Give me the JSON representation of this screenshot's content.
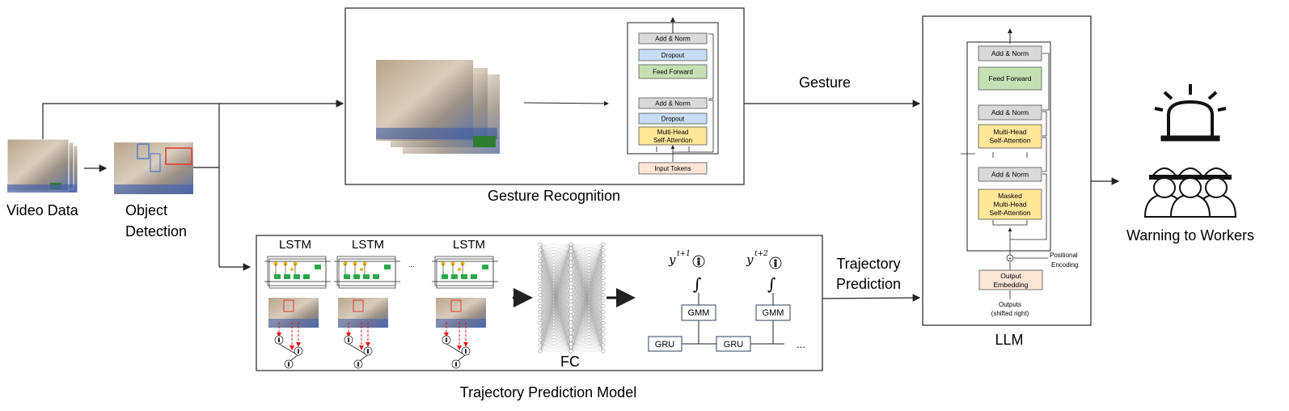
{
  "labels": {
    "video_data": "Video Data",
    "object_detection_1": "Object",
    "object_detection_2": "Detection",
    "gesture_recognition": "Gesture Recognition",
    "gesture": "Gesture",
    "trajectory_prediction_1": "Trajectory",
    "trajectory_prediction_2": "Prediction",
    "trajectory_prediction_model": "Trajectory Prediction Model",
    "llm": "LLM",
    "warning_to_workers": "Warning to Workers",
    "fc": "FC"
  },
  "gesture_transformer": {
    "blocks": [
      "Add & Norm",
      "Dropout",
      "Feed Forward",
      "Add & Norm",
      "Dropout",
      "Multi-Head Self-Attention"
    ],
    "input": "Input Tokens"
  },
  "llm_decoder": {
    "blocks": [
      "Add & Norm",
      "Feed Forward",
      "Add & Norm",
      "Multi-Head Self-Attention",
      "Add & Norm",
      "Masked Multi-Head Self-Attention"
    ],
    "output_embedding": "Output Embedding",
    "outputs": "Outputs (shifted right)",
    "positional_encoding": "Positional Encoding"
  },
  "trajectory": {
    "lstm_labels": [
      "LSTM",
      "LSTM",
      "LSTM"
    ],
    "gru_labels": [
      "GRU",
      "GRU"
    ],
    "gmm_labels": [
      "GMM",
      "GMM"
    ],
    "y_labels": [
      "y",
      "y"
    ],
    "y_superscripts": [
      "t+1",
      "t+2"
    ],
    "ellipsis": "..."
  },
  "colors": {
    "add_norm": "#d9d9d9",
    "dropout": "#c9ddf2",
    "feed_forward": "#c6e0b4",
    "attention": "#ffe699",
    "input_tokens": "#fbe5d6",
    "line": "#222222"
  }
}
